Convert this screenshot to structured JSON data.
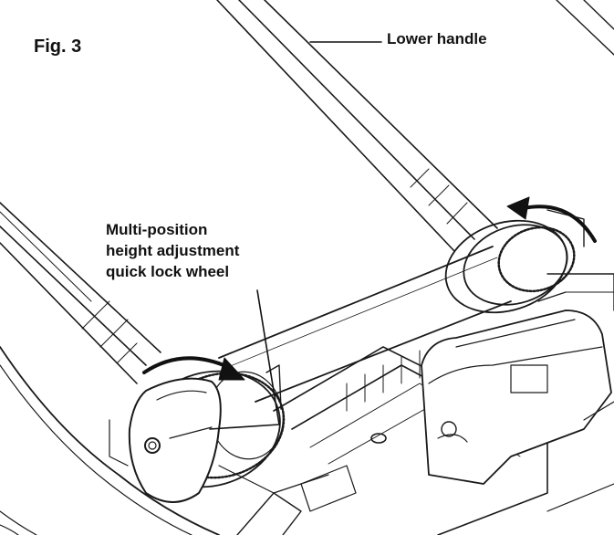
{
  "figure": {
    "number_label": "Fig. 3",
    "callouts": {
      "lower_handle": "Lower handle",
      "wheel_line1": "Multi-position",
      "wheel_line2": "height adjustment",
      "wheel_line3": "quick lock wheel"
    },
    "colors": {
      "line": "#1a1a1a",
      "background": "#ffffff"
    }
  }
}
